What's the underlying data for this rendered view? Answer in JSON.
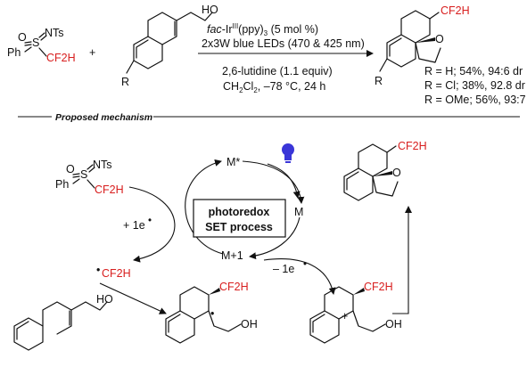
{
  "reagent": {
    "o": "O",
    "s": "S",
    "nts": "NTs",
    "ph": "Ph",
    "cf2h": "CF2H"
  },
  "plus": "+",
  "substrate": {
    "ho": "HO",
    "r": "R"
  },
  "conditions": {
    "catalyst_prefix": "fac",
    "catalyst_main": "-Ir",
    "catalyst_ox": "III",
    "catalyst_ligand": "(ppy)",
    "catalyst_sub": "3",
    "catalyst_loading": " (5 mol %)",
    "light": "2x3W blue LEDs (470 & 425 nm)",
    "base": "2,6-lutidine (1.1 equiv)",
    "solvent_pre": "CH",
    "solvent_sub1": "2",
    "solvent_mid": "Cl",
    "solvent_sub2": "2",
    "solvent_post": ", –78 °C, 24 h"
  },
  "product": {
    "cf2h": "CF2H",
    "o": "O",
    "r": "R",
    "results": [
      "R = H; 54%, 94:6 dr",
      "R = Cl; 38%, 92.8 dr",
      "R = OMe; 56%, 93:7 dr"
    ]
  },
  "section_title": "Proposed mechanism",
  "mechanism": {
    "m_star": "M*",
    "m": "M",
    "m_plus": "M+1",
    "box_line1": "photoredox",
    "box_line2": "SET process",
    "plus_e": "+ 1e",
    "minus_e": "– 1e",
    "dot": "•",
    "radical_cf2h": "CF2H",
    "radical_dot": "•",
    "ho": "HO",
    "oh1": "OH",
    "oh2": "OH",
    "cf2h_a": "CF2H",
    "cf2h_b": "CF2H",
    "cf2h_top": "CF2H",
    "o_top": "O",
    "cation_plus": "+"
  },
  "colors": {
    "accent_red": "#d81e1e",
    "bulb_blue": "#3a36d8",
    "ink": "#111111"
  }
}
